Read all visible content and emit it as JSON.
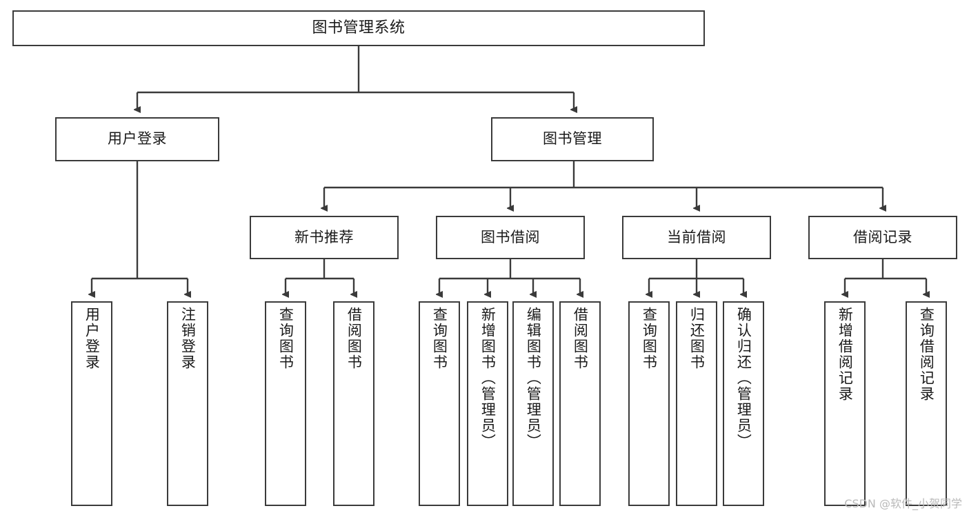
{
  "diagram": {
    "type": "tree",
    "title": "图书管理系统",
    "orientation": "top-down",
    "root": {
      "id": "root",
      "label": "图书管理系统"
    },
    "level2": [
      {
        "id": "user-login",
        "label": "用户登录"
      },
      {
        "id": "book-management",
        "label": "图书管理"
      }
    ],
    "level3": [
      {
        "id": "new-book-recommend",
        "label": "新书推荐",
        "parent": "book-management"
      },
      {
        "id": "book-borrow",
        "label": "图书借阅",
        "parent": "book-management"
      },
      {
        "id": "current-borrow",
        "label": "当前借阅",
        "parent": "book-management"
      },
      {
        "id": "borrow-record",
        "label": "借阅记录",
        "parent": "book-management"
      }
    ],
    "leaves": [
      {
        "id": "leaf-user-login",
        "label": "用户登录",
        "parent": "user-login"
      },
      {
        "id": "leaf-user-logout",
        "label": "注销登录",
        "parent": "user-login"
      },
      {
        "id": "leaf-query-book-1",
        "label": "查询图书",
        "parent": "new-book-recommend"
      },
      {
        "id": "leaf-borrow-book-1",
        "label": "借阅图书",
        "parent": "new-book-recommend"
      },
      {
        "id": "leaf-query-book-2",
        "label": "查询图书",
        "parent": "book-borrow"
      },
      {
        "id": "leaf-add-book",
        "label": "新增图书（管理员）",
        "parent": "book-borrow"
      },
      {
        "id": "leaf-edit-book",
        "label": "编辑图书（管理员）",
        "parent": "book-borrow"
      },
      {
        "id": "leaf-borrow-book-2",
        "label": "借阅图书",
        "parent": "book-borrow"
      },
      {
        "id": "leaf-query-book-3",
        "label": "查询图书",
        "parent": "current-borrow"
      },
      {
        "id": "leaf-return-book",
        "label": "归还图书",
        "parent": "current-borrow"
      },
      {
        "id": "leaf-confirm-return",
        "label": "确认归还（管理员）",
        "parent": "current-borrow"
      },
      {
        "id": "leaf-add-record",
        "label": "新增借阅记录",
        "parent": "borrow-record"
      },
      {
        "id": "leaf-query-record",
        "label": "查询借阅记录",
        "parent": "borrow-record"
      }
    ],
    "colors": {
      "box_border": "#3a3a3a",
      "box_fill": "#ffffff",
      "connector": "#3a3a3a",
      "text": "#1a1a1a",
      "watermark": "#b9b9b9",
      "background": "#ffffff"
    }
  },
  "watermark": {
    "text": "CSDN @软件_小贺同学"
  }
}
